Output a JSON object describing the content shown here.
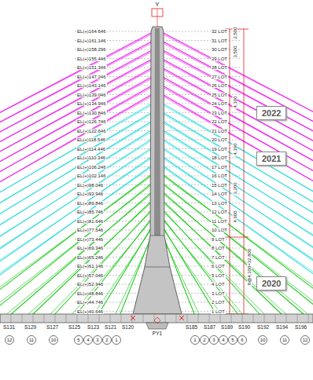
{
  "diagram": {
    "nodes": [
      {
        "text": [
          "2022"
        ]
      },
      {
        "text": [
          "2021"
        ]
      },
      {
        "text": [
          "2020"
        ]
      }
    ],
    "labels": [
      "Y",
      "EL(+)164.646",
      "EL(+)161.146",
      "EL(+)158.296",
      "EL(+)155.446",
      "EL(+)151.346",
      "EL(+)147.246",
      "EL(+)143.146",
      "EL(+)139.046",
      "EL(+)134.946",
      "EL(+)130.846",
      "EL(+)126.746",
      "EL(+)122.646",
      "EL(+)118.546",
      "EL(+)114.446",
      "EL(+)110.346",
      "EL(+)106.246",
      "EL(+)102.146",
      "EL(+)98.046",
      "EL(+)93.946",
      "EL(+)89.846",
      "EL(+)85.746",
      "EL(+)81.646",
      "EL(+)77.546",
      "EL(+)73.446",
      "EL(+)69.346",
      "EL(+)65.246",
      "EL(+)61.146",
      "EL(+)57.046",
      "EL(+)52.946",
      "EL(+)48.846",
      "EL(+)44.746",
      "EL(+)40.646",
      "32 LOT",
      "31 LOT",
      "30 LOT",
      "29 LOT",
      "28 LOT",
      "27 LOT",
      "26 LOT",
      "25 LOT",
      "24 LOT",
      "23 LOT",
      "22 LOT",
      "21 LOT",
      "20 LOT",
      "19 LOT",
      "18 LOT",
      "17 LOT",
      "16 LOT",
      "15 LOT",
      "14 LOT",
      "13 LOT",
      "12 LOT",
      "11 LOT",
      "10 LOT",
      "9 LOT",
      "8 LOT",
      "7 LOT",
      "6 LOT",
      "5 LOT",
      "4 LOT",
      "3 LOT",
      "2 LOT",
      "1 LOT",
      "2,500",
      "3,500",
      "4,100",
      "4,100",
      "3,200",
      "4,600",
      "8@4,100=32,800",
      "PY1",
      "S131",
      "S129",
      "S127",
      "S125",
      "S123",
      "S121",
      "S120",
      "S185",
      "S187",
      "S189",
      "S190",
      "S192",
      "S194",
      "S196",
      "12",
      "11",
      "10",
      "5",
      "4",
      "3",
      "2",
      "1",
      "1",
      "2",
      "3",
      "4",
      "5",
      "6",
      "10",
      "11",
      "12"
    ]
  }
}
